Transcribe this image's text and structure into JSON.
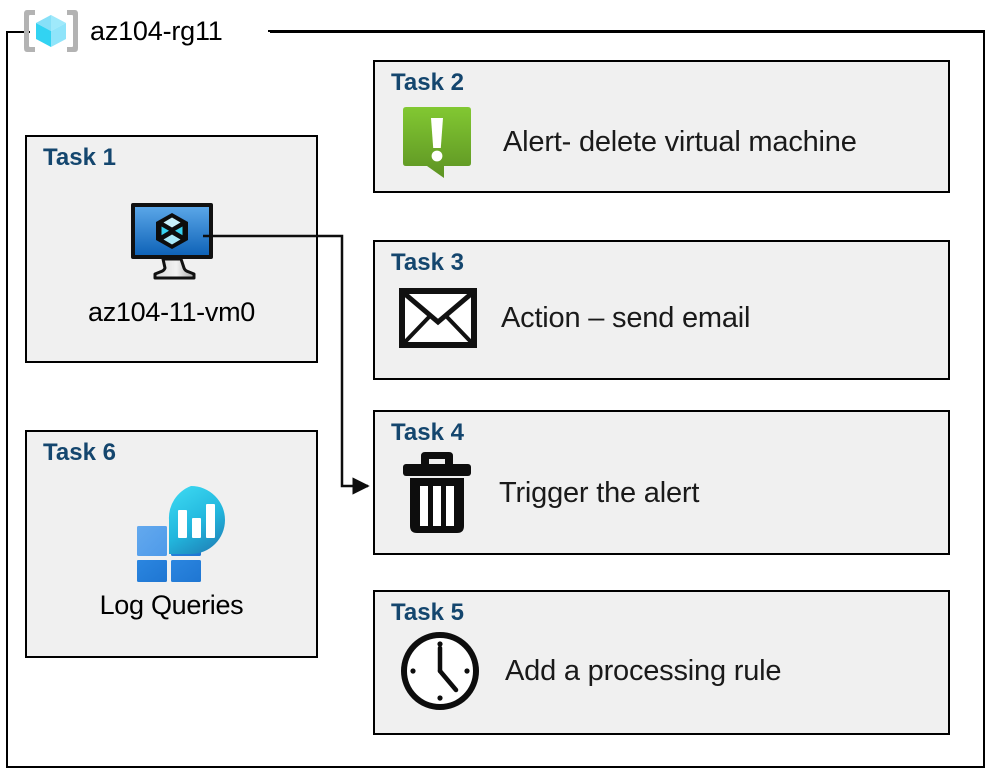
{
  "diagram": {
    "resource_group": {
      "icon": "resource-group-cube-icon",
      "label": "az104-rg11"
    },
    "colors": {
      "task_label": "#14466e",
      "card_fill": "#f0f0f0",
      "card_border": "#000000",
      "vm_icon_blue": "#2f7fd0",
      "alert_green": "#76bc2d",
      "log_analytics_cyan": "#2ec9e8",
      "log_analytics_blue": "#2e8de0"
    },
    "cards": [
      {
        "id": "task1",
        "title": "Task 1",
        "icon": "virtual-machine-icon",
        "caption": "az104-11-vm0",
        "layout": "column"
      },
      {
        "id": "task6",
        "title": "Task 6",
        "icon": "log-analytics-icon",
        "caption": "Log Queries",
        "layout": "column"
      },
      {
        "id": "task2",
        "title": "Task 2",
        "icon": "alert-bubble-icon",
        "label": "Alert- delete virtual machine",
        "layout": "row"
      },
      {
        "id": "task3",
        "title": "Task 3",
        "icon": "envelope-icon",
        "label": "Action – send email",
        "layout": "row"
      },
      {
        "id": "task4",
        "title": "Task 4",
        "icon": "trash-bin-icon",
        "label": "Trigger the alert",
        "layout": "row"
      },
      {
        "id": "task5",
        "title": "Task 5",
        "icon": "clock-icon",
        "label": "Add a processing rule",
        "layout": "row"
      }
    ],
    "connector": {
      "from": "task1-virtual-machine-icon",
      "to": "task4-card",
      "arrow": "arrow-right"
    }
  }
}
